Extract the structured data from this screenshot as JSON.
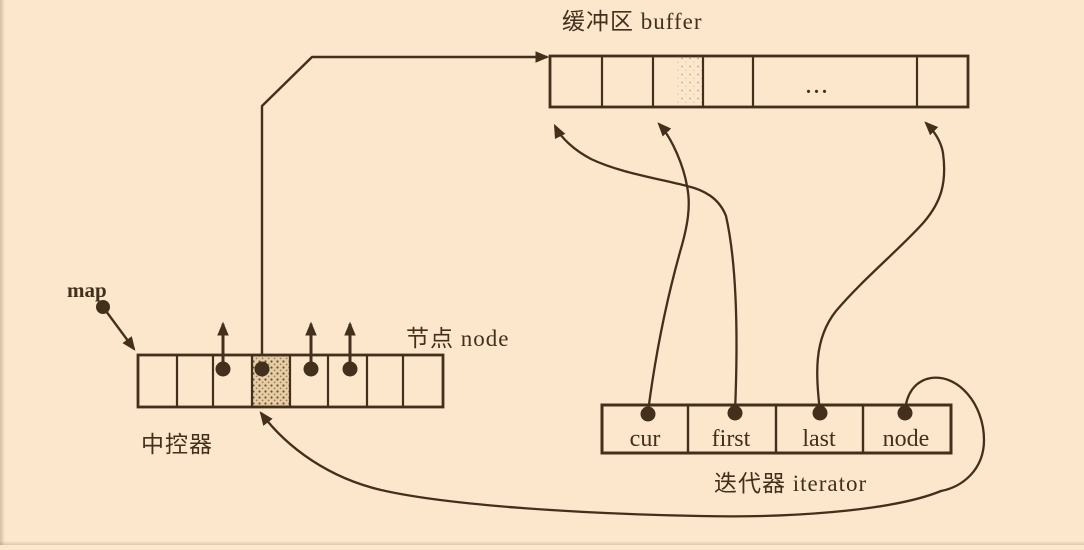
{
  "colors": {
    "background": "#fce7cd",
    "ink": "#43301c",
    "shaded_cell_base": "#e6cda6",
    "light_stipple": "#c9ad82"
  },
  "buffer": {
    "label": "缓冲区 buffer",
    "ellipsis": "...",
    "cells": 6,
    "shaded_cell_index": 2,
    "ellipsis_cell_index": 4
  },
  "controller": {
    "map_label": "map",
    "node_label": "节点 node",
    "label": "中控器",
    "cells": 8,
    "shaded_cell_index": 3,
    "pointer_cell_indices": [
      2,
      3,
      4,
      5
    ]
  },
  "iterator": {
    "label": "迭代器 iterator",
    "fields": [
      "cur",
      "first",
      "last",
      "node"
    ]
  }
}
